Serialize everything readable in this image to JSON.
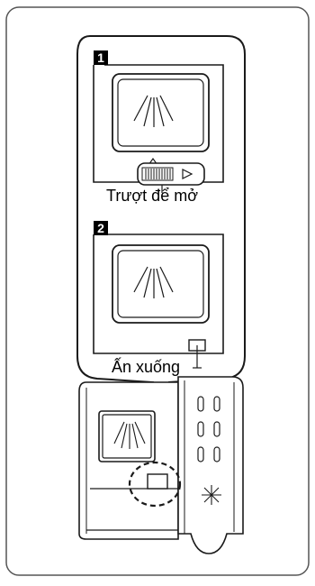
{
  "steps": [
    {
      "number": "1",
      "caption": "Trượt để mở"
    },
    {
      "number": "2",
      "caption": "Ấn xuống"
    }
  ],
  "colors": {
    "stroke": "#1a1a1a",
    "background": "#ffffff",
    "frame": "#555555"
  }
}
